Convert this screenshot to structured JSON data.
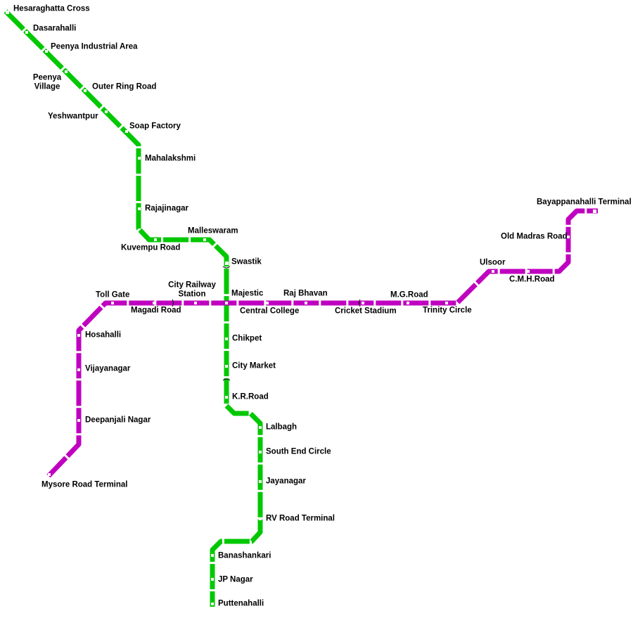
{
  "colors": {
    "green_line": "#00c800",
    "purple_line": "#c000c0"
  },
  "green_line": {
    "stations": [
      "Hesaraghatta Cross",
      "Dasarahalli",
      "Peenya Industrial Area",
      "Peenya Village",
      "Outer Ring Road",
      "Yeshwantpur",
      "Soap Factory",
      "Mahalakshmi",
      "Rajajinagar",
      "Kuvempu Road",
      "Malleswaram",
      "Swastik",
      "Majestic",
      "Chikpet",
      "City Market",
      "K.R.Road",
      "Lalbagh",
      "South End Circle",
      "Jayanagar",
      "RV Road Terminal",
      "Banashankari",
      "JP Nagar",
      "Puttenahalli"
    ],
    "labels": {
      "peenya_village_1": "Peenya",
      "peenya_village_2": "Village"
    }
  },
  "purple_line": {
    "stations": [
      "Mysore Road  Terminal",
      "Deepanjali Nagar",
      "Vijayanagar",
      "Hosahalli",
      "Toll Gate",
      "Magadi Road",
      "City Railway Station",
      "Majestic",
      "Central College",
      "Raj Bhavan",
      "Cricket Stadium",
      "M.G.Road",
      "Trinity Circle",
      "Ulsoor",
      "C.M.H.Road",
      "Old Madras Road",
      "Bayappanahalli Terminal"
    ],
    "labels": {
      "city_railway_1": "City Railway",
      "city_railway_2": "Station"
    }
  }
}
